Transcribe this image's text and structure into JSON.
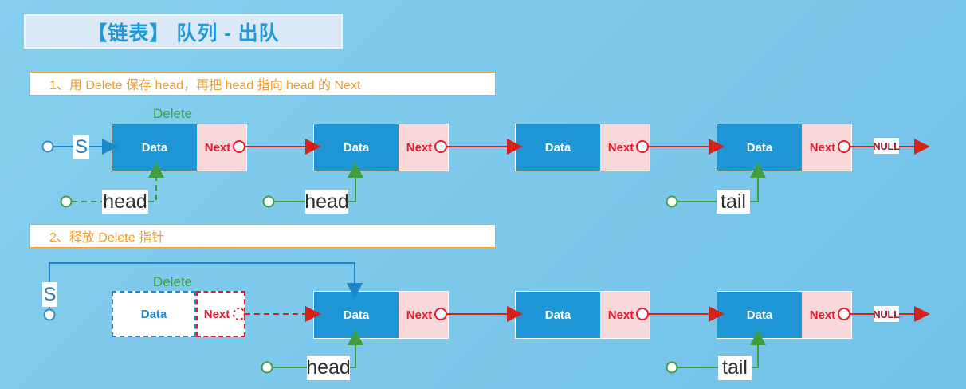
{
  "title": {
    "text": "【链表】 队列 - 出队"
  },
  "steps": {
    "step1": "1、用 Delete 保存 head，再把 head 指向 head 的 Next",
    "step2": "2、释放 Delete 指针"
  },
  "labels": {
    "data": "Data",
    "next": "Next",
    "head": "head",
    "tail": "tail",
    "s": "S",
    "delete": "Delete",
    "null": "NULL"
  },
  "colors": {
    "background": "#7cc8eb",
    "node_data_fill": "#1e96d5",
    "node_next_fill": "#f7d9dc",
    "node_next_text": "#e8192c",
    "pointer_red": "#d6201a",
    "pointer_green": "#3f9e42",
    "pointer_blue": "#1d86c8",
    "title_text": "#1e9ad8",
    "title_bg": "#dbe8f5",
    "step_orange": "#f59b2b",
    "null_text": "#9c1b31",
    "head_tail_text": "#2e2e2e"
  }
}
